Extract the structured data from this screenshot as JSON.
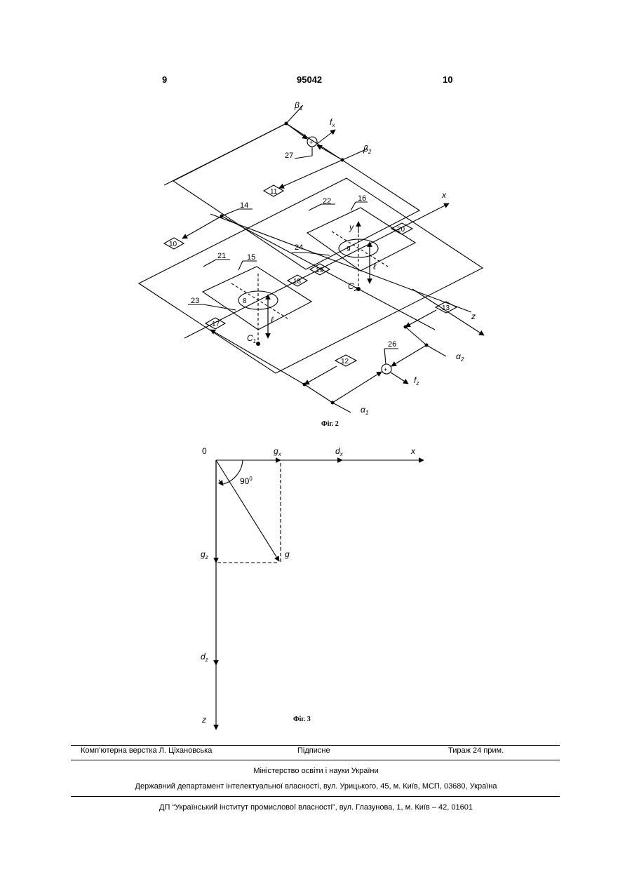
{
  "header": {
    "page_left": "9",
    "patent_number": "95042",
    "page_right": "10"
  },
  "fig2": {
    "caption": "Фіг. 2",
    "labels": {
      "beta1": "β",
      "beta1_sub": "1",
      "beta2": "β",
      "beta2_sub": "2",
      "fx": "f",
      "fx_sub": "x",
      "fz": "f",
      "fz_sub": "z",
      "alpha1": "α",
      "alpha1_sub": "1",
      "alpha2": "α",
      "alpha2_sub": "2",
      "x": "x",
      "y": "y",
      "z": "z",
      "c1": "C",
      "c1_sub": "1",
      "c2": "C",
      "c2_sub": "2",
      "ell1": "ℓ",
      "ell2": "ℓ",
      "plus": "+"
    },
    "numbers": [
      "8",
      "9",
      "10",
      "11",
      "12",
      "13",
      "14",
      "15",
      "16",
      "17",
      "18",
      "19",
      "20",
      "21",
      "22",
      "23",
      "24",
      "26",
      "27"
    ]
  },
  "fig3": {
    "caption": "Фіг. 3",
    "origin": "0",
    "gx": "g",
    "gx_sub": "x",
    "dx": "d",
    "dx_sub": "x",
    "x": "x",
    "angle": "90",
    "angle_sup": "0",
    "gz": "g",
    "gz_sub": "z",
    "g": "g",
    "dz": "d",
    "dz_sub": "z",
    "z": "z"
  },
  "footer": {
    "left": "Комп’ютерна верстка Л. Ціхановська",
    "center": "Підписне",
    "right": "Тираж 24 прим.",
    "ministry": "Міністерство освіти і науки України",
    "department": "Державний департамент інтелектуальної власності, вул. Урицького, 45, м. Київ, МСП, 03680, Україна",
    "institute": "ДП “Український інститут промислової власності”, вул. Глазунова, 1, м. Київ – 42, 01601"
  }
}
